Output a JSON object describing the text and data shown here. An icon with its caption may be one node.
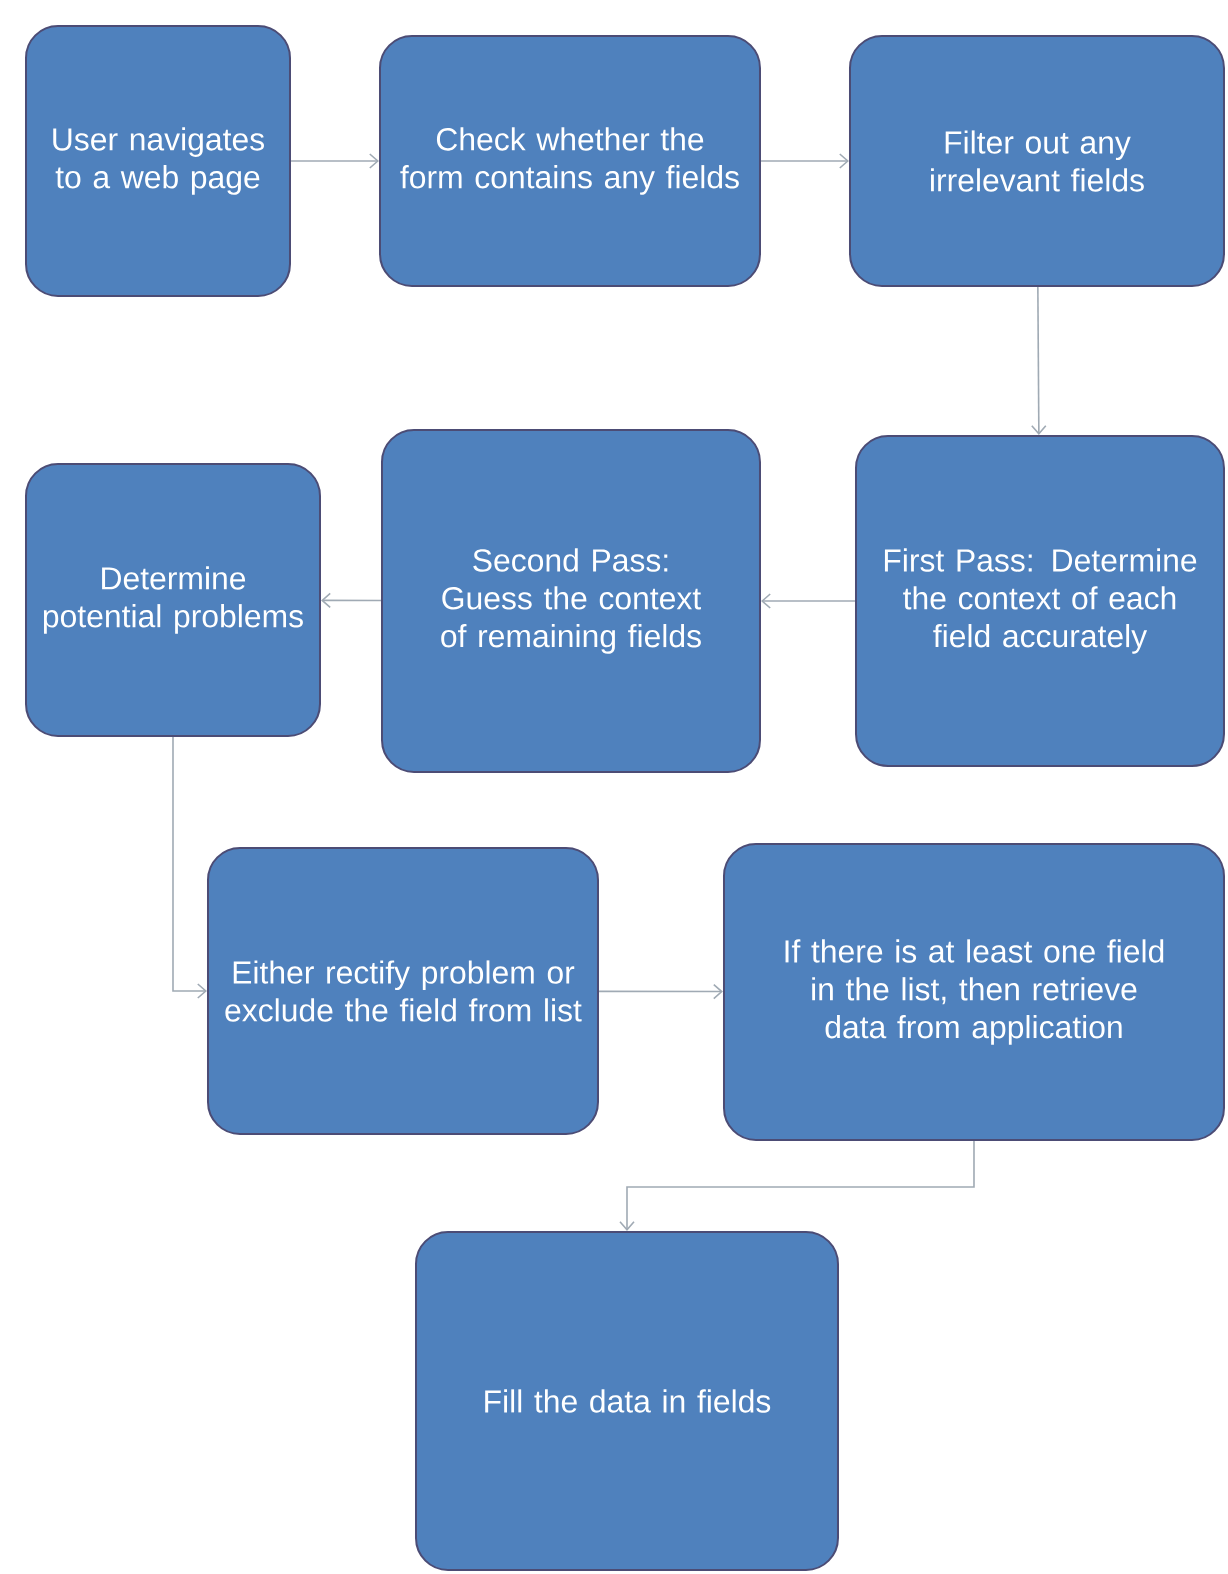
{
  "diagram": {
    "nodes": [
      {
        "text": [
          "User navigates to a web page"
        ]
      },
      {
        "text": [
          "Check whether the form contains any fields"
        ]
      },
      {
        "text": [
          "Filter out any irrelevant fields"
        ]
      },
      {
        "text": [
          "First Pass: Determine the context of each field accurately"
        ]
      },
      {
        "text": [
          "Second Pass: Guess the context of remaining fields"
        ]
      },
      {
        "text": [
          "Determine potential problems"
        ]
      },
      {
        "text": [
          "Either rectify problem or exclude the field from list"
        ]
      },
      {
        "text": [
          "If there is at least one field in the list, then retrieve data from application"
        ]
      },
      {
        "text": [
          "Fill the data in fields"
        ]
      }
    ],
    "edges": [
      {
        "from": 0,
        "to": 1,
        "arrow": "to"
      },
      {
        "from": 1,
        "to": 2,
        "arrow": "to"
      },
      {
        "from": 2,
        "to": 3,
        "arrow": "to"
      },
      {
        "from": 3,
        "to": 4,
        "arrow": "to"
      },
      {
        "from": 4,
        "to": 5,
        "arrow": "to"
      },
      {
        "from": 5,
        "to": 6,
        "arrow": "to"
      },
      {
        "from": 6,
        "to": 7,
        "arrow": "to"
      },
      {
        "from": 7,
        "to": 8,
        "arrow": "to"
      }
    ]
  }
}
